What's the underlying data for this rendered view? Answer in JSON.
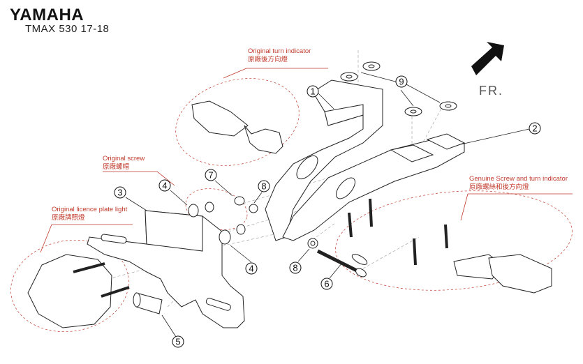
{
  "header": {
    "brand": "YAMAHA",
    "model": "TMAX 530 17-18"
  },
  "direction": {
    "label": "FR.",
    "icon": "arrow-up-right-icon"
  },
  "notes": {
    "turn_indicator": {
      "en": "Original turn indicator",
      "zh": "原廠後方向燈"
    },
    "screw": {
      "en": "Original screw",
      "zh": "原廠螺帽"
    },
    "licence_light": {
      "en": "Original licence plate light",
      "zh": "原廠牌照燈"
    },
    "genuine": {
      "en": "Genuine Screw and turn indicator",
      "zh": "原廠螺絲和後方向燈"
    }
  },
  "callouts": [
    "1",
    "2",
    "3",
    "4",
    "4",
    "5",
    "6",
    "7",
    "8",
    "8",
    "9"
  ],
  "colors": {
    "annotation": "#c0392b",
    "line": "#222222",
    "dashed": "#999999"
  }
}
